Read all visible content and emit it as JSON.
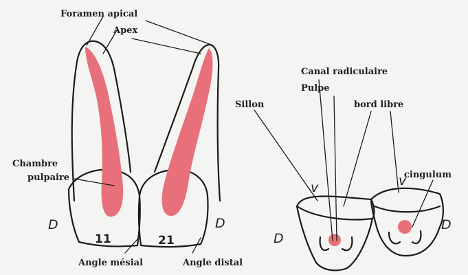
{
  "labels": {
    "foramen_apical": "Foramen apical",
    "apex": "Apex",
    "chambre": "Chambre",
    "pulpaire": "pulpaire",
    "angle_mesial": "Angle mésial",
    "angle_distal": "Angle distal",
    "canal_radiculaire": "Canal radiculaire",
    "pulpe": "Pulpe",
    "sillon": "Sillon",
    "bord_libre": "bord libre",
    "cingulum": "cingulum"
  },
  "handwritten": {
    "d_left": "D",
    "d_right": "D",
    "tooth_11": "11",
    "tooth_21": "21",
    "v_left": "v",
    "v_right": "v",
    "d_lower_left": "D",
    "d_lower_right": "D"
  },
  "colors": {
    "pulp": "#e8707a",
    "outline": "#1a1a1a",
    "background": "#f4f4f2"
  }
}
